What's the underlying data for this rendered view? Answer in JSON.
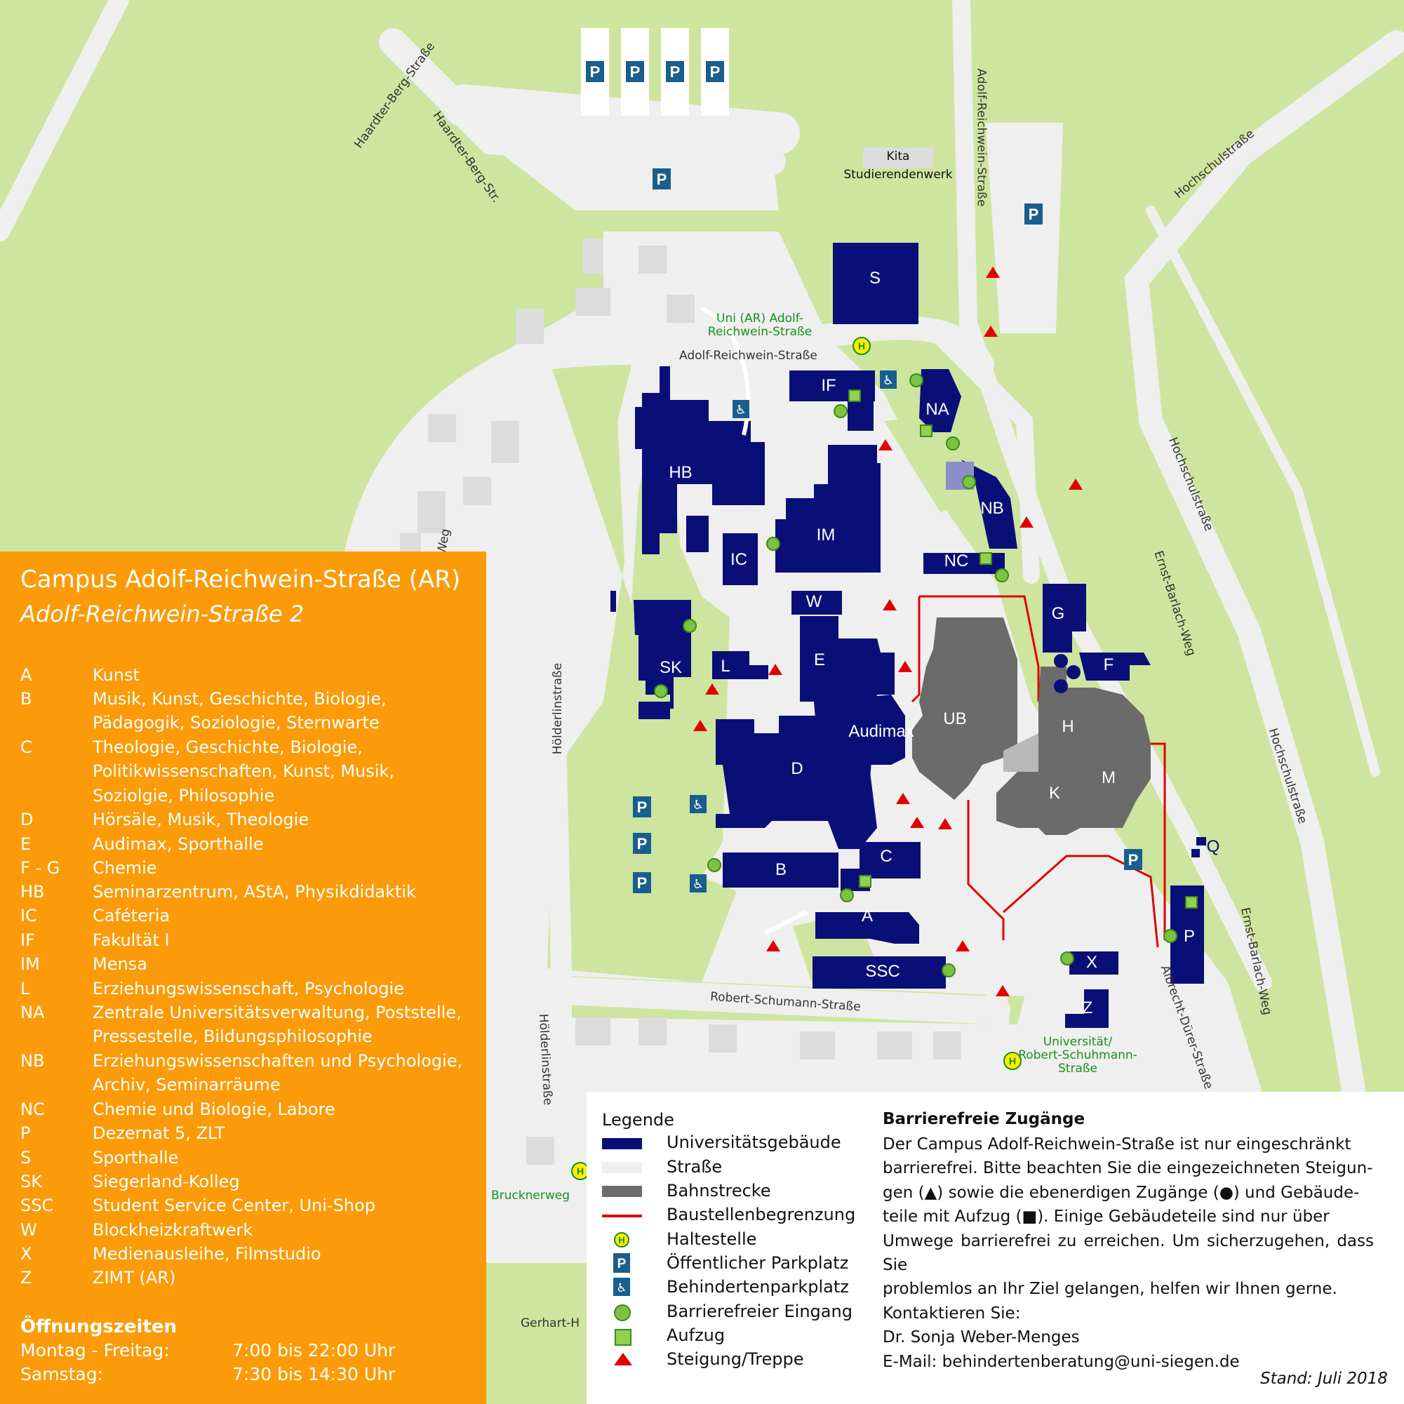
{
  "map": {
    "buildings": [
      {
        "id": "s",
        "label": "S"
      },
      {
        "id": "hb",
        "label": "HB"
      },
      {
        "id": "if",
        "label": "IF"
      },
      {
        "id": "na",
        "label": "NA"
      },
      {
        "id": "nb",
        "label": "NB"
      },
      {
        "id": "nc",
        "label": "NC"
      },
      {
        "id": "im",
        "label": "IM"
      },
      {
        "id": "ic",
        "label": "IC"
      },
      {
        "id": "w",
        "label": "W"
      },
      {
        "id": "sk",
        "label": "SK"
      },
      {
        "id": "l",
        "label": "L"
      },
      {
        "id": "e",
        "label": "E"
      },
      {
        "id": "audimax",
        "label": "Audimax"
      },
      {
        "id": "ub",
        "label": "UB"
      },
      {
        "id": "g",
        "label": "G"
      },
      {
        "id": "f",
        "label": "F"
      },
      {
        "id": "h",
        "label": "H"
      },
      {
        "id": "m",
        "label": "M"
      },
      {
        "id": "k",
        "label": "K"
      },
      {
        "id": "d",
        "label": "D"
      },
      {
        "id": "c",
        "label": "C"
      },
      {
        "id": "b",
        "label": "B"
      },
      {
        "id": "a",
        "label": "A"
      },
      {
        "id": "ssc",
        "label": "SSC"
      },
      {
        "id": "x",
        "label": "X"
      },
      {
        "id": "z",
        "label": "Z"
      },
      {
        "id": "p",
        "label": "P"
      },
      {
        "id": "q",
        "label": "Q"
      }
    ],
    "streets": {
      "haardter1": "Haardter-Berg-Straße",
      "haardter2": "Haardter-Berg-Str.",
      "adolf_v": "Adolf-Reichwein-Straße",
      "adolf_h": "Adolf-Reichwein-Straße",
      "hochschul1": "Hochschulstraße",
      "hochschul2": "Hochschulstraße",
      "hochschul3": "Hochschulstraße",
      "ernst1": "Ernst-Barlach-Weg",
      "ernst2": "Ernst-Barlach-Weg",
      "hoelderlin1": "Hölderlinstraße",
      "hoelderlin2": "Hölderlinstraße",
      "robert": "Robert-Schumann-Straße",
      "albrecht": "Albrecht-Dürer-Straße",
      "gerhart_w": "Weg",
      "gerhart_bottom": "Gerhart-H"
    },
    "stops": {
      "ar": "Uni (AR) Adolf-\nReichwein-Straße",
      "rs": "Universität/\nRobert-Schuhmann-\nStraße",
      "bruckner": "Brucknerweg"
    },
    "kita": "Kita\nStudierendenwerk",
    "parking_label": "P",
    "stop_label": "H"
  },
  "panel": {
    "title": "Campus Adolf-Reichwein-Straße  (AR)",
    "subtitle": "Adolf-Reichwein-Straße 2",
    "entries": [
      {
        "code": "A",
        "lines": [
          "Kunst"
        ]
      },
      {
        "code": "B",
        "lines": [
          "Musik, Kunst, Geschichte, Biologie,",
          "Pädagogik, Soziologie, Sternwarte"
        ]
      },
      {
        "code": "C",
        "lines": [
          "Theologie, Geschichte, Biologie,",
          "Politikwissenschaften, Kunst, Musik,",
          "Soziolgie, Philosophie"
        ]
      },
      {
        "code": "D",
        "lines": [
          "Hörsäle, Musik, Theologie"
        ]
      },
      {
        "code": "E",
        "lines": [
          "Audimax, Sporthalle"
        ]
      },
      {
        "code": "F - G",
        "lines": [
          "Chemie"
        ]
      },
      {
        "code": "HB",
        "lines": [
          "Seminarzentrum, AStA, Physikdidaktik"
        ]
      },
      {
        "code": "IC",
        "lines": [
          "Caféteria"
        ]
      },
      {
        "code": "IF",
        "lines": [
          "Fakultät I"
        ]
      },
      {
        "code": "IM",
        "lines": [
          "Mensa"
        ]
      },
      {
        "code": "L",
        "lines": [
          "Erziehungswissenschaft, Psychologie"
        ]
      },
      {
        "code": "NA",
        "lines": [
          "Zentrale Universitätsverwaltung, Poststelle,",
          "Pressestelle, Bildungsphilosophie"
        ]
      },
      {
        "code": "NB",
        "lines": [
          "Erziehungswissenschaften und Psychologie,",
          "Archiv, Seminarräume"
        ]
      },
      {
        "code": "NC",
        "lines": [
          "Chemie und Biologie, Labore"
        ]
      },
      {
        "code": "P",
        "lines": [
          "Dezernat 5, ZLT"
        ]
      },
      {
        "code": "S",
        "lines": [
          "Sporthalle"
        ]
      },
      {
        "code": "SK",
        "lines": [
          "Siegerland-Kolleg"
        ]
      },
      {
        "code": "SSC",
        "lines": [
          "Student Service Center, Uni-Shop"
        ]
      },
      {
        "code": "W",
        "lines": [
          "Blockheizkraftwerk"
        ]
      },
      {
        "code": "X",
        "lines": [
          "Medienausleihe, Filmstudio"
        ]
      },
      {
        "code": "Z",
        "lines": [
          "ZIMT (AR)"
        ]
      }
    ],
    "hours_title": "Öffnungszeiten",
    "hours": [
      {
        "days": "Montag - Freitag:",
        "time": "7:00 bis 22:00 Uhr"
      },
      {
        "days": "Samstag:",
        "time": "7:30 bis 14:30 Uhr"
      }
    ]
  },
  "legend": {
    "title": "Legende",
    "items": [
      {
        "symbol": "building",
        "label": "Universitätsgebäude"
      },
      {
        "symbol": "street",
        "label": "Straße"
      },
      {
        "symbol": "rail",
        "label": "Bahnstrecke"
      },
      {
        "symbol": "construction",
        "label": "Baustellenbegrenzung"
      },
      {
        "symbol": "stop",
        "label": "Haltestelle"
      },
      {
        "symbol": "parking",
        "label": "Öffentlicher Parkplatz"
      },
      {
        "symbol": "disabled-parking",
        "label": "Behindertenparkplatz"
      },
      {
        "symbol": "entrance",
        "label": "Barrierefreier Eingang"
      },
      {
        "symbol": "elevator",
        "label": "Aufzug"
      },
      {
        "symbol": "slope",
        "label": "Steigung/Treppe"
      }
    ]
  },
  "accessibility": {
    "title": "Barrierefreie Zugänge",
    "lines": [
      "Der Campus Adolf-Reichwein-Straße ist nur eingeschränkt",
      "barrierefrei. Bitte beachten Sie die eingezeichneten Steigun-",
      "gen (▲) sowie die ebenerdigen Zugänge (●) und Gebäude-",
      "teile mit Aufzug (■). Einige Gebäudeteile sind nur über",
      "Umwege barrierefrei zu erreichen. Um sicherzugehen, dass Sie",
      "problemlos an Ihr Ziel gelangen, helfen wir Ihnen gerne.",
      "Kontaktieren Sie:",
      "Dr. Sonja Weber-Menges",
      "E-Mail: behindertenberatung@uni-siegen.de"
    ]
  },
  "stand": "Stand: Juli 2018",
  "colors": {
    "background_green": "#cde59e",
    "road": "#efefef",
    "building": "#0a0f78",
    "ub_building": "#6b6b6b",
    "panel": "#fb9b09",
    "entrance": "#7cc243",
    "elevator": "#92d050",
    "slope": "#e00000",
    "construction": "#e00000",
    "stop_text": "#15911f",
    "parking": "#1a5d8f"
  }
}
